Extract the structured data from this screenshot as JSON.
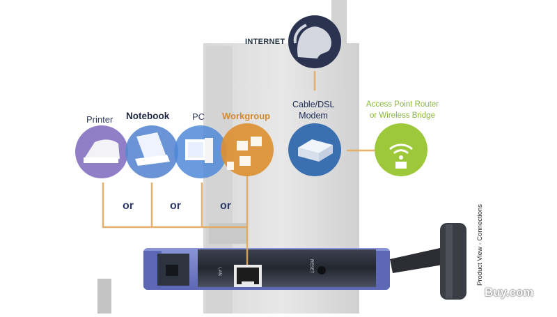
{
  "labels": {
    "internet": "INTERNET",
    "printer": "Printer",
    "notebook": "Notebook",
    "pc": "PC",
    "workgroup": "Workgroup",
    "modem_line1": "Cable/DSL",
    "modem_line2": "Modem",
    "router_line1": "Access Point Router",
    "router_line2": "or Wireless Bridge"
  },
  "connectors": {
    "or_1": "or",
    "or_2": "or",
    "or_3": "or"
  },
  "device_ports": {
    "lan": "LAN",
    "reset": "RESET"
  },
  "caption": "Product View - Connections",
  "watermark": "Buy.com",
  "colors": {
    "printer": "#8a78c4",
    "notebook": "#5a88d0",
    "pc": "#4f8ad8",
    "workgroup": "#de8f30",
    "modem": "#3a70b0",
    "router": "#9cc83a",
    "internet": "#2a3450",
    "line": "#e6a75a"
  },
  "icons": {
    "internet": "globe-icon",
    "printer": "printer-icon",
    "notebook": "notebook-icon",
    "pc": "pc-icon",
    "workgroup": "workgroup-icon",
    "modem": "modem-icon",
    "router": "wireless-router-icon"
  }
}
